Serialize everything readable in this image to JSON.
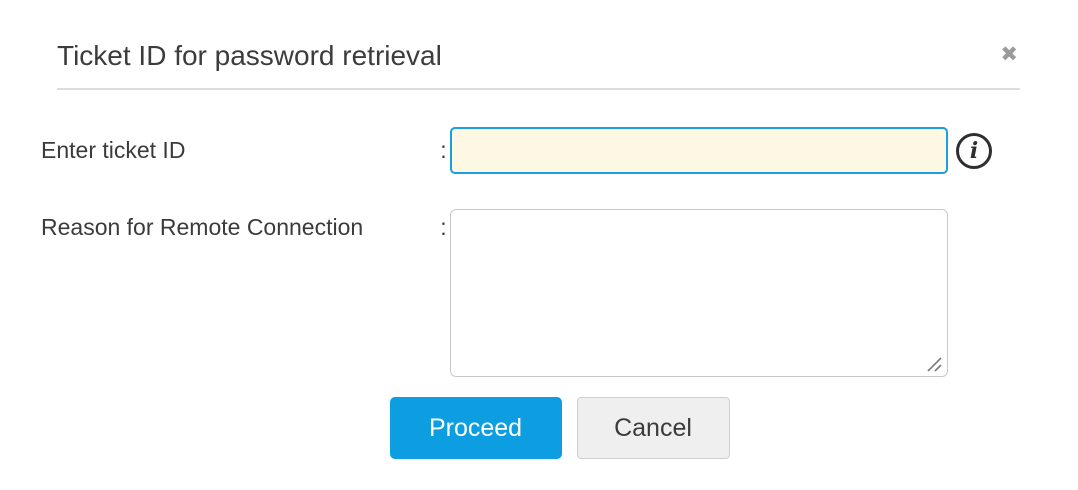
{
  "dialog": {
    "title": "Ticket ID for password retrieval",
    "close_icon": "✖"
  },
  "form": {
    "ticket_id": {
      "label": "Enter ticket ID",
      "colon": ":",
      "value": "",
      "placeholder": "",
      "info_icon_glyph": "i"
    },
    "reason": {
      "label": "Reason for Remote Connection",
      "colon": ":",
      "value": "",
      "placeholder": ""
    }
  },
  "buttons": {
    "proceed_label": "Proceed",
    "cancel_label": "Cancel"
  },
  "colors": {
    "accent_blue": "#0c9ee0",
    "focus_border_blue": "#1e9de3",
    "input_highlight_bg": "#fdf8e3",
    "divider_gray": "#dddddd",
    "cancel_bg": "#efefef",
    "text_dark": "#3b3b3b",
    "close_gray": "#9b9b9b"
  }
}
